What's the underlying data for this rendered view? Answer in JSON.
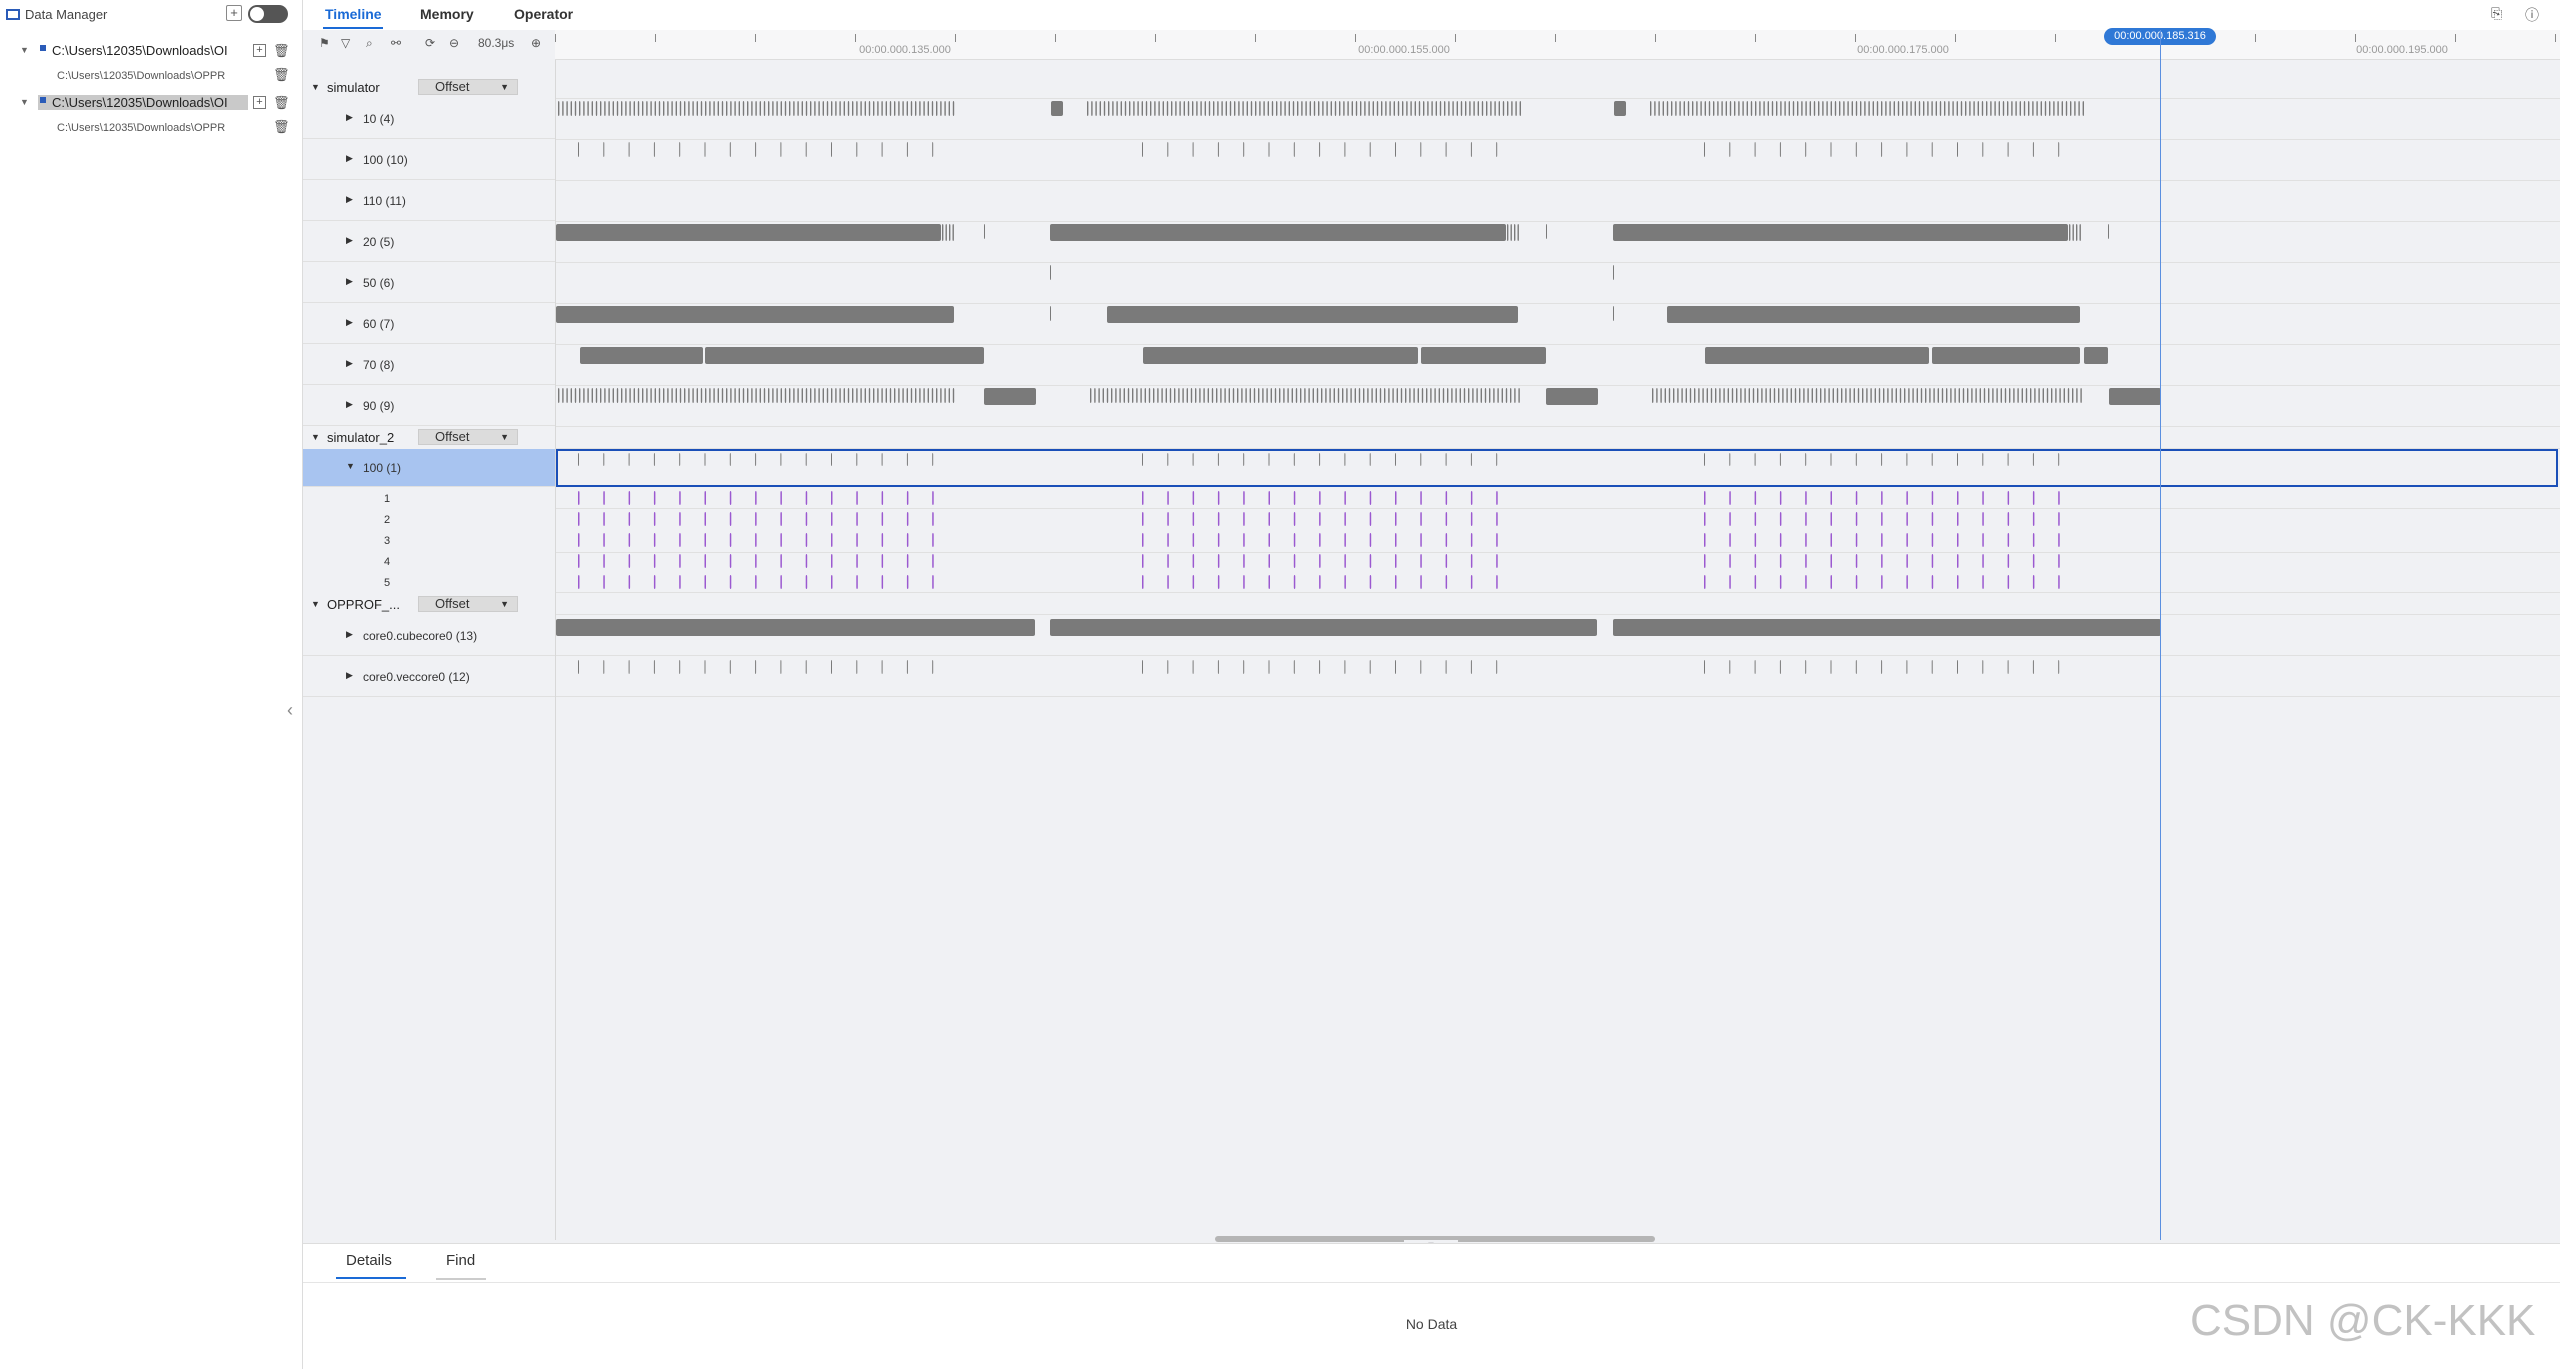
{
  "data_manager": {
    "title": "Data Manager",
    "files": [
      {
        "name": "C:\\Users\\12035\\Downloads\\OI",
        "sub": "C:\\Users\\12035\\Downloads\\OPPR"
      },
      {
        "name": "C:\\Users\\12035\\Downloads\\OI",
        "sub": "C:\\Users\\12035\\Downloads\\OPPR"
      }
    ]
  },
  "tabs": [
    "Timeline",
    "Memory",
    "Operator"
  ],
  "toolbar": {
    "zoom": "80.3μs"
  },
  "ruler": {
    "ticks": [
      "00:00.000.135.000",
      "00:00.000.155.000",
      "00:00.000.175.000",
      "00:00.000.195.000"
    ],
    "cursor": "00:00.000.185.316"
  },
  "groups": [
    {
      "name": "simulator",
      "offset": "Offset",
      "tracks": [
        "10 (4)",
        "100 (10)",
        "110 (11)",
        "20 (5)",
        "50 (6)",
        "60 (7)",
        "70 (8)",
        "90 (9)"
      ]
    },
    {
      "name": "simulator_2",
      "offset": "Offset",
      "tracks": [
        "100 (1)"
      ],
      "subtracks": [
        "1",
        "2",
        "3",
        "4",
        "5"
      ]
    },
    {
      "name": "OPPROF_...",
      "offset": "Offset",
      "tracks": [
        "core0.cubecore0 (13)",
        "core0.veccore0 (12)"
      ]
    }
  ],
  "bottom": {
    "tabs": [
      "Details",
      "Find"
    ],
    "empty": "No Data"
  },
  "watermark": "CSDN @CK-KKK",
  "colors": {
    "accent": "#1a6ad6",
    "slice": "#7a7a7a",
    "sub_tick": "#9b59d0"
  }
}
